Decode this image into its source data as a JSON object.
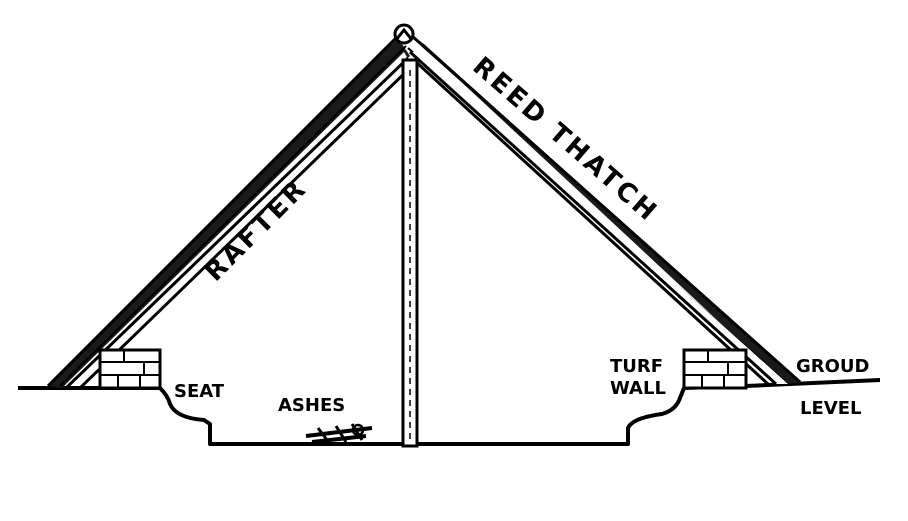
{
  "labels": {
    "rafter": "RAFTER",
    "reed_thatch": "REED THATCH",
    "seat": "SEAT",
    "ashes": "ASHES",
    "turf": "TURF",
    "wall": "WALL",
    "groud": "GROUD",
    "level": "LEVEL"
  },
  "colors": {
    "ink": "#000000",
    "paper": "#ffffff"
  }
}
